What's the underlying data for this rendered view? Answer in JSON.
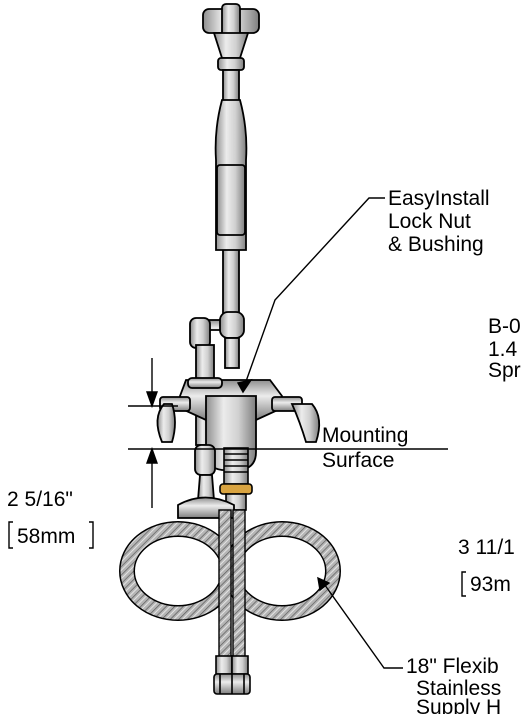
{
  "labels": {
    "easyinstall_line1": "EasyInstall",
    "easyinstall_line2": "Lock Nut",
    "easyinstall_line3": "& Bushing",
    "spray_line1": "B-0",
    "spray_line2": "1.4",
    "spray_line3": "Spr",
    "mounting_line1": "Mounting",
    "mounting_line2": "Surface",
    "dim_left_in": "2 5/16\"",
    "dim_left_mm": "58mm",
    "dim_right_in": "3 11/1",
    "dim_right_mm": "93m",
    "hose_line1": "18\" Flexib",
    "hose_line2": "Stainless",
    "hose_line3": "Supply H"
  },
  "colors": {
    "line": "#000000",
    "metal": "#c9c9c9",
    "metal_dark": "#8e8e8e",
    "metal_light": "#ececec",
    "brass": "#d9a441",
    "hose": "#a8a8a8"
  }
}
